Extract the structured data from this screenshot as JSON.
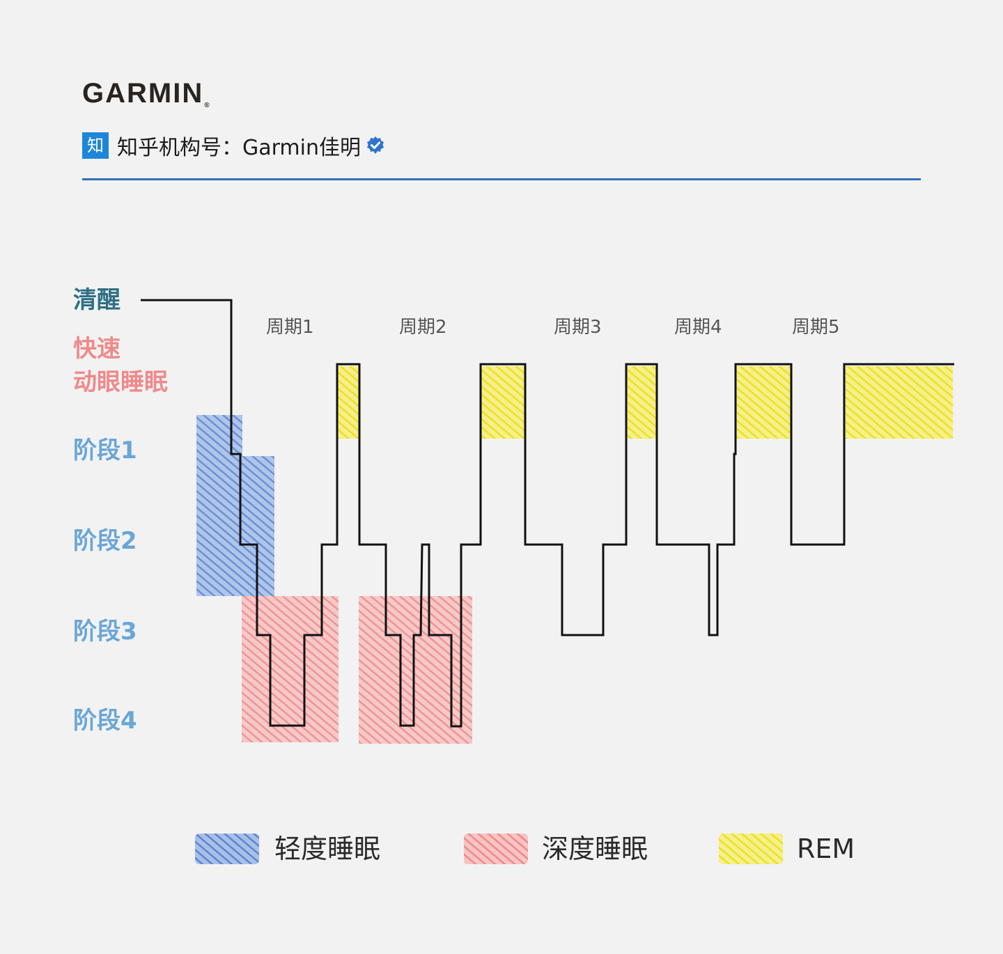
{
  "header": {
    "logo_text": "GARMIN",
    "logo_reg": "®",
    "zhihu_badge": "知",
    "account_text": "知乎机构号：Garmin佳明",
    "verified_icon": "verified-badge-icon",
    "accent_color": "#1e86d8",
    "rule_color": "#2f6fb6"
  },
  "stage_labels": {
    "awake": "清醒",
    "rem_line1": "快速",
    "rem_line2": "动眼睡眠",
    "stage1": "阶段1",
    "stage2": "阶段2",
    "stage3": "阶段3",
    "stage4": "阶段4",
    "awake_color": "#2f6f86",
    "rem_color": "#ee8a8a",
    "stage_color": "#6aa6d6"
  },
  "cycles": [
    "周期1",
    "周期2",
    "周期3",
    "周期4",
    "周期5"
  ],
  "colors": {
    "light": "#5b86d0",
    "deep": "#f08888",
    "rem": "#eee22a",
    "line": "#111111"
  },
  "legend": {
    "light": "轻度睡眠",
    "deep": "深度睡眠",
    "rem": "REM"
  }
}
